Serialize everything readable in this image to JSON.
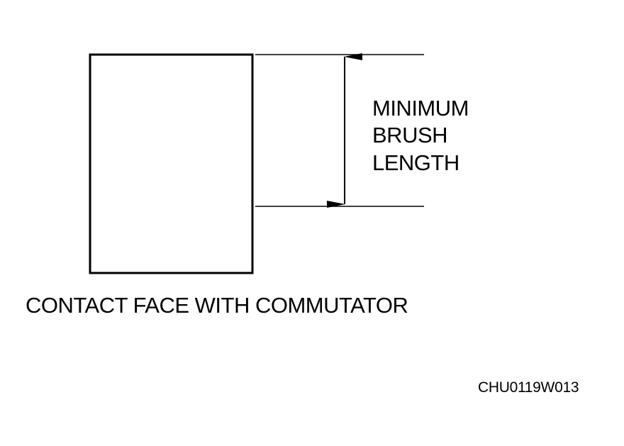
{
  "dimension_label": {
    "line1": "MINIMUM",
    "line2": "BRUSH",
    "line3": "LENGTH"
  },
  "caption": "CONTACT FACE WITH COMMUTATOR",
  "figure_code": "CHU0119W013",
  "colors": {
    "ink": "#000000",
    "background": "#ffffff"
  }
}
